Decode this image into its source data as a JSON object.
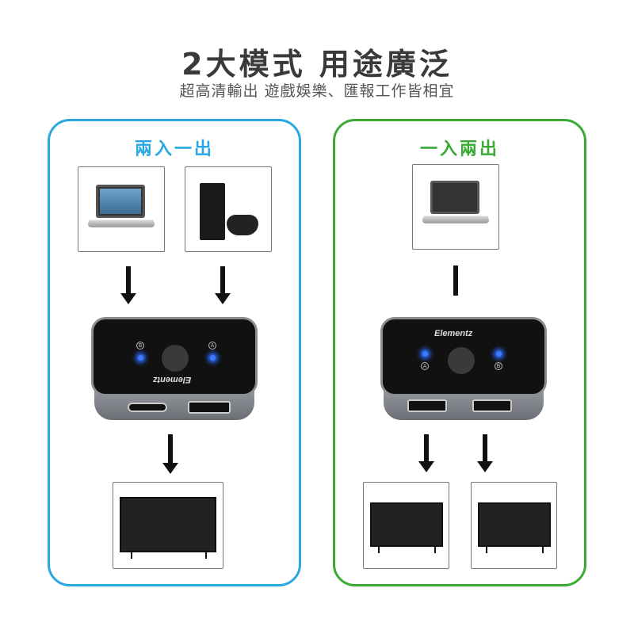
{
  "header": {
    "title": "2大模式 用途廣泛",
    "subtitle": "超高清輸出 遊戲娛樂、匯報工作皆相宜"
  },
  "left_panel": {
    "title": "兩入一出",
    "color": "#2aa7e0",
    "inputs": [
      "laptop",
      "game-console"
    ],
    "outputs": [
      "tv"
    ],
    "labels": [
      "B",
      "A"
    ],
    "brand": "Elementz"
  },
  "right_panel": {
    "title": "一入兩出",
    "color": "#3aaa35",
    "inputs": [
      "laptop"
    ],
    "outputs": [
      "tv",
      "tv"
    ],
    "labels": [
      "A",
      "B"
    ],
    "brand": "Elementz"
  }
}
